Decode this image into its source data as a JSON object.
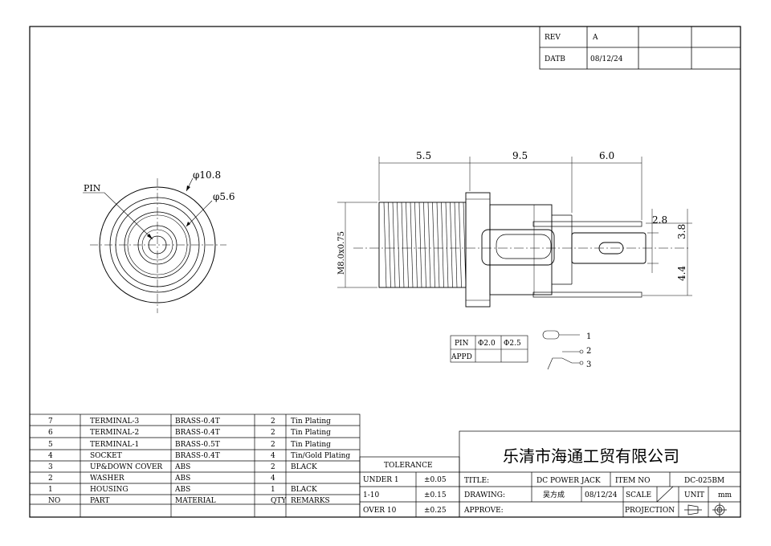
{
  "revision": {
    "rev_label": "REV",
    "rev_value": "A",
    "date_label": "DATB",
    "date_value": "08/12/24"
  },
  "front_view": {
    "pin_label": "PIN",
    "outer_dia": "φ10.8",
    "inner_dia": "φ5.6"
  },
  "side_view": {
    "dim_top": [
      "5.5",
      "9.5",
      "6.0"
    ],
    "thread": "M8.0x0.75",
    "dim_right": [
      "2.8",
      "3.8",
      "4.4"
    ]
  },
  "pin_table": {
    "headers": [
      "PIN",
      "Φ2.0",
      "Φ2.5"
    ],
    "row_label": "APPD"
  },
  "terminal_legend": [
    "1",
    "2",
    "3"
  ],
  "bom": {
    "rows": [
      {
        "no": "7",
        "part": "TERMINAL-3",
        "material": "BRASS-0.4T",
        "qty": "2",
        "remarks": "Tin Plating"
      },
      {
        "no": "6",
        "part": "TERMINAL-2",
        "material": "BRASS-0.4T",
        "qty": "2",
        "remarks": "Tin Plating"
      },
      {
        "no": "5",
        "part": "TERMINAL-1",
        "material": "BRASS-0.5T",
        "qty": "2",
        "remarks": "Tin Plating"
      },
      {
        "no": "4",
        "part": "SOCKET",
        "material": "BRASS-0.4T",
        "qty": "4",
        "remarks": "Tin/Gold Plating"
      },
      {
        "no": "3",
        "part": "UP&DOWN COVER",
        "material": "ABS",
        "qty": "2",
        "remarks": "BLACK"
      },
      {
        "no": "2",
        "part": "WASHER",
        "material": "ABS",
        "qty": "4",
        "remarks": ""
      },
      {
        "no": "1",
        "part": "HOUSING",
        "material": "ABS",
        "qty": "1",
        "remarks": "BLACK"
      }
    ],
    "header": {
      "no": "NO",
      "part": "PART",
      "material": "MATERIAL",
      "qty": "QTY",
      "remarks": "REMARKS"
    }
  },
  "tolerance": {
    "title": "TOLERANCE",
    "rows": [
      {
        "range": "UNDER  1",
        "value": "±0.05"
      },
      {
        "range": "1-10",
        "value": "±0.15"
      },
      {
        "range": "OVER  10",
        "value": "±0.25"
      }
    ]
  },
  "title_block": {
    "company": "乐清市海通工贸有限公司",
    "title_label": "TITLE:",
    "title_value": "DC POWER JACK",
    "item_label": "ITEM NO",
    "item_value": "DC-025BM",
    "drawing_label": "DRAWING:",
    "drawer": "吴方成",
    "draw_date": "08/12/24",
    "scale_label": "SCALE",
    "unit_label": "UNIT",
    "unit_value": "mm",
    "approve_label": "APPROVE:",
    "projection_label": "PROJECTION"
  }
}
